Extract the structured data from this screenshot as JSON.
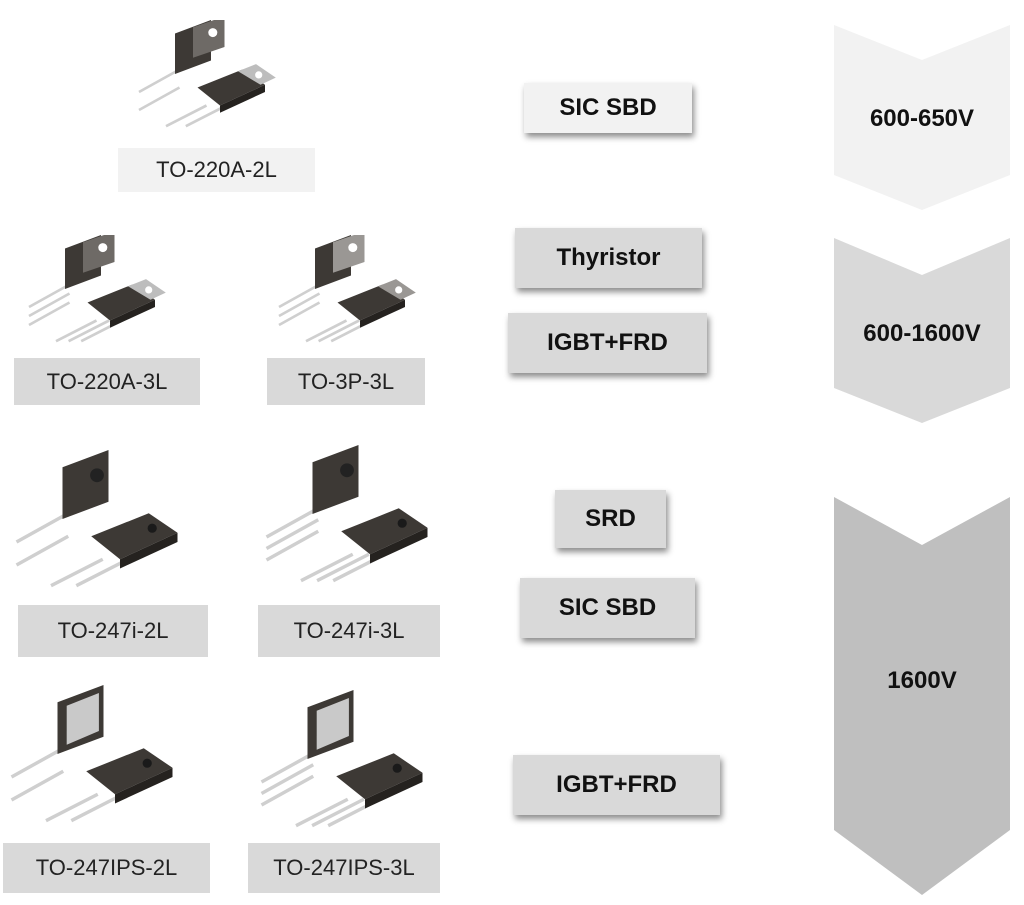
{
  "packages": [
    {
      "label": "TO-220A-2L",
      "style": "to220",
      "leads": 2
    },
    {
      "label": "TO-220A-3L",
      "style": "to220",
      "leads": 3
    },
    {
      "label": "TO-3P-3L",
      "style": "to3p",
      "leads": 3
    },
    {
      "label": "TO-247i-2L",
      "style": "to247",
      "leads": 2
    },
    {
      "label": "TO-247i-3L",
      "style": "to247",
      "leads": 3
    },
    {
      "label": "TO-247IPS-2L",
      "style": "to247ips",
      "leads": 2
    },
    {
      "label": "TO-247IPS-3L",
      "style": "to247ips",
      "leads": 3
    }
  ],
  "devices": [
    "SIC SBD",
    "Thyristor",
    "IGBT+FRD",
    "SRD",
    "SIC SBD",
    "IGBT+FRD"
  ],
  "voltages": [
    {
      "label": "600-650V",
      "color": "#f2f2f2"
    },
    {
      "label": "600-1600V",
      "color": "#d9d9d9"
    },
    {
      "label": "1600V",
      "color": "#bfbfbf"
    }
  ]
}
